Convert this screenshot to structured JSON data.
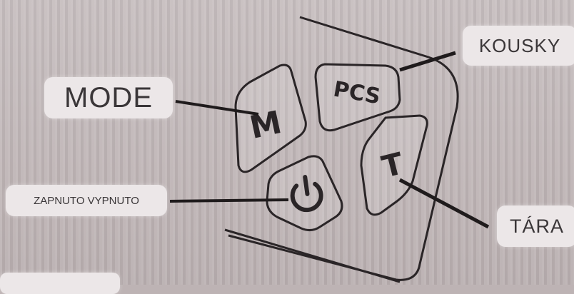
{
  "labels": {
    "mode": "MODE",
    "kousky": "KOUSKY",
    "power": "ZAPNUTO VYPNUTO",
    "tara": "TÁRA"
  },
  "keys": {
    "mode": "M",
    "pcs": "PCS",
    "tare": "T"
  },
  "icons": {
    "power": "power-icon"
  },
  "colors": {
    "background": "#bdb3b4",
    "label_bg": "#ece7e8",
    "outline": "#2a2527"
  }
}
